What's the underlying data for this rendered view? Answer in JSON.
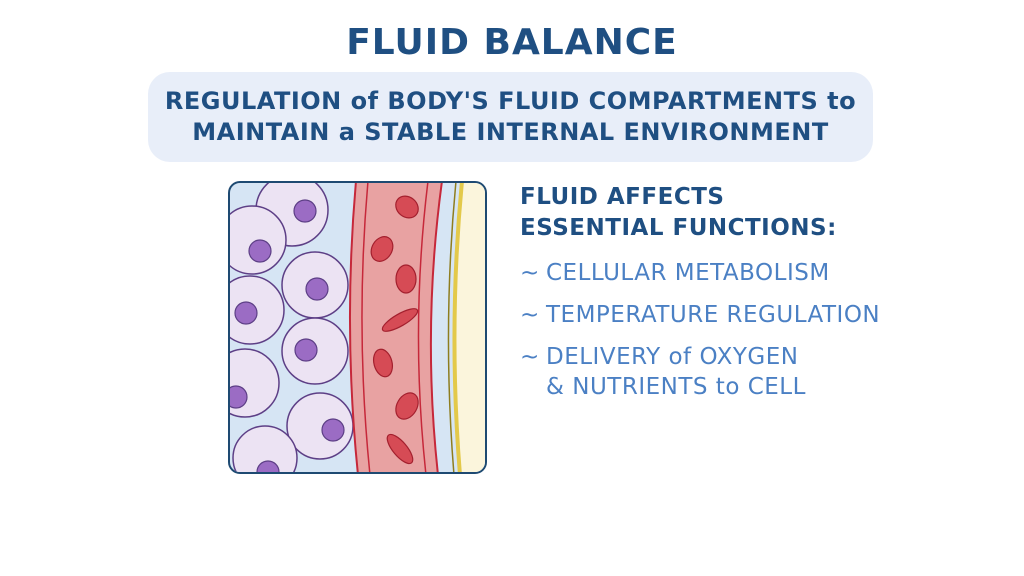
{
  "title": "FLUID BALANCE",
  "subtitle": {
    "line1": "REGULATION of BODY'S FLUID COMPARTMENTS to",
    "line2": "MAINTAIN a STABLE INTERNAL ENVIRONMENT"
  },
  "right": {
    "heading_line1": "FLUID AFFECTS",
    "heading_line2": "ESSENTIAL FUNCTIONS:",
    "bullet": "~",
    "items": [
      {
        "line1": "CELLULAR METABOLISM"
      },
      {
        "line1": "TEMPERATURE REGULATION"
      },
      {
        "line1": "DELIVERY of OXYGEN",
        "line2": "& NUTRIENTS to CELL"
      }
    ]
  },
  "colors": {
    "primary": "#1f4f82",
    "accent": "#4b80c4",
    "box": "#e8eef9"
  }
}
